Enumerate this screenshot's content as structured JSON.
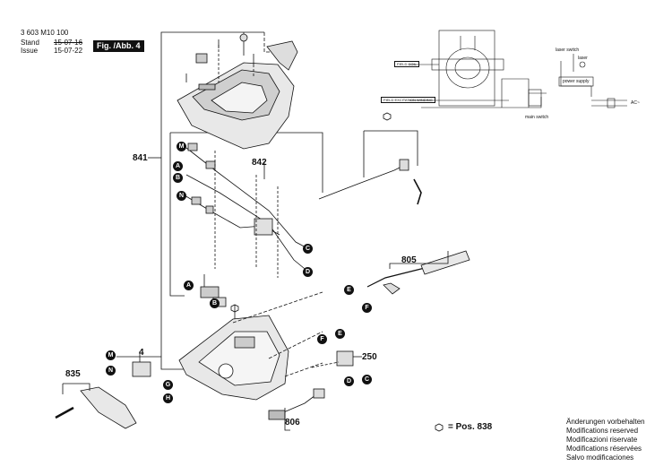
{
  "header": {
    "part_number": "3 603 M10 100",
    "stand_label": "Stand",
    "stand_date": "15-07-16",
    "issue_label": "Issue",
    "issue_date": "15-07-22",
    "figure_label": "Fig. /Abb. 4"
  },
  "refs": {
    "r841": "841",
    "r842": "842",
    "r805": "805",
    "r4": "4",
    "r835": "835",
    "r250": "250",
    "r806": "806"
  },
  "badges": {
    "M": "M",
    "A": "A",
    "B": "B",
    "N": "N",
    "C": "C",
    "D": "D",
    "E": "E",
    "F": "F",
    "G": "G",
    "H": "H"
  },
  "schematic": {
    "field_coil": "FIELD COIL",
    "field_excitation": "FIELD EXCITATION WINDING",
    "laser_switch": "laser switch",
    "laser": "laser",
    "power_supply": "power supply",
    "main_switch": "main switch",
    "ac": "AC~"
  },
  "legend": {
    "text": "= Pos. 838"
  },
  "notes": {
    "line1": "Änderungen vorbehalten",
    "line2": "Modifications reserved",
    "line3": "Modificazioni riservate",
    "line4": "Modifications réservées",
    "line5": "Salvo modificaciones"
  }
}
